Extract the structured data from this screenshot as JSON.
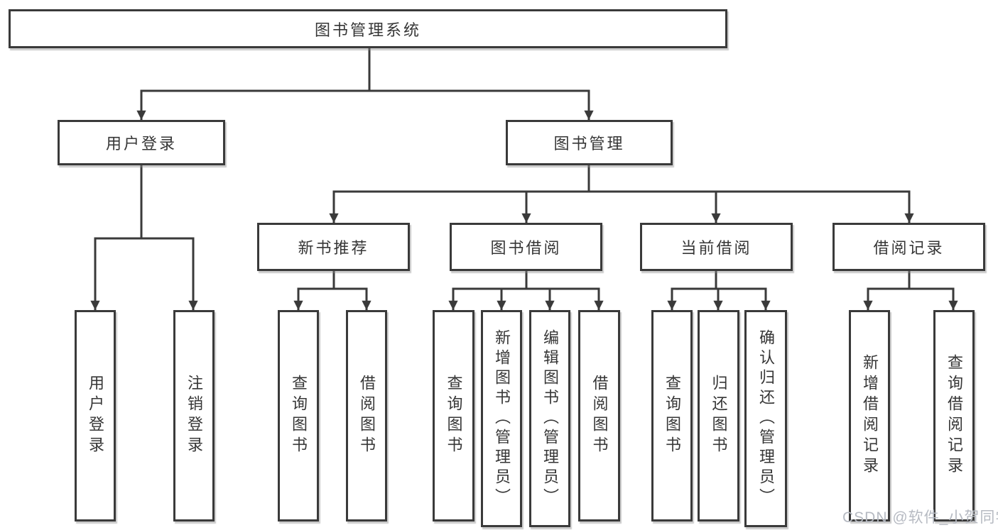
{
  "title": {
    "label": "图书管理系统"
  },
  "branches": [
    {
      "label": "用户登录",
      "children": [
        {
          "label": "用户登录"
        },
        {
          "label": "注销登录"
        }
      ]
    },
    {
      "label": "图书管理",
      "children": [
        {
          "label": "新书推荐",
          "children": [
            {
              "label": "查询图书"
            },
            {
              "label": "借阅图书"
            }
          ]
        },
        {
          "label": "图书借阅",
          "children": [
            {
              "label": "查询图书"
            },
            {
              "label": "新增图书（管理员）"
            },
            {
              "label": "编辑图书（管理员）"
            },
            {
              "label": "借阅图书"
            }
          ]
        },
        {
          "label": "当前借阅",
          "children": [
            {
              "label": "查询图书"
            },
            {
              "label": "归还图书"
            },
            {
              "label": "确认归还（管理员）"
            }
          ]
        },
        {
          "label": "借阅记录",
          "children": [
            {
              "label": "新增借阅记录"
            },
            {
              "label": "查询借阅记录"
            }
          ]
        }
      ]
    }
  ],
  "watermark": {
    "text": "CSDN @软件_小贺同学",
    "color": "#b6bac2"
  },
  "colors": {
    "line": "#3a3a3a",
    "border": "#3a3a3a",
    "text": "#363636",
    "background": "#ffffff",
    "watermark": "#b6bac2"
  }
}
